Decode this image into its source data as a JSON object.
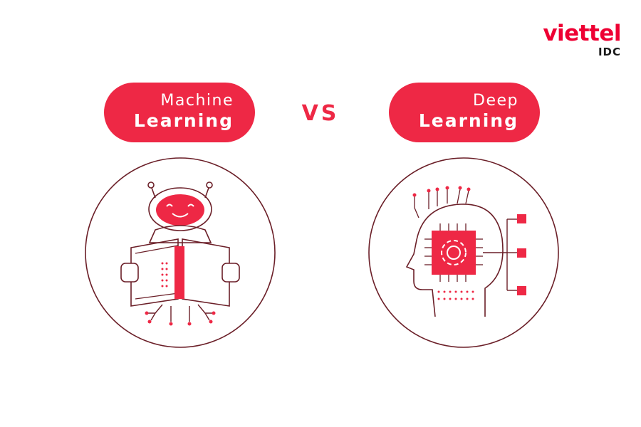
{
  "brand": {
    "name": "viettel",
    "sub": "IDC",
    "color": "#ee0033"
  },
  "left": {
    "line1": "Machine",
    "line2": "Learning",
    "icon": "robot-reading-book-icon"
  },
  "vs": "VS",
  "right": {
    "line1": "Deep",
    "line2": "Learning",
    "icon": "ai-head-chip-icon"
  },
  "colors": {
    "accent": "#ee2845",
    "outline": "#6b1f28"
  }
}
